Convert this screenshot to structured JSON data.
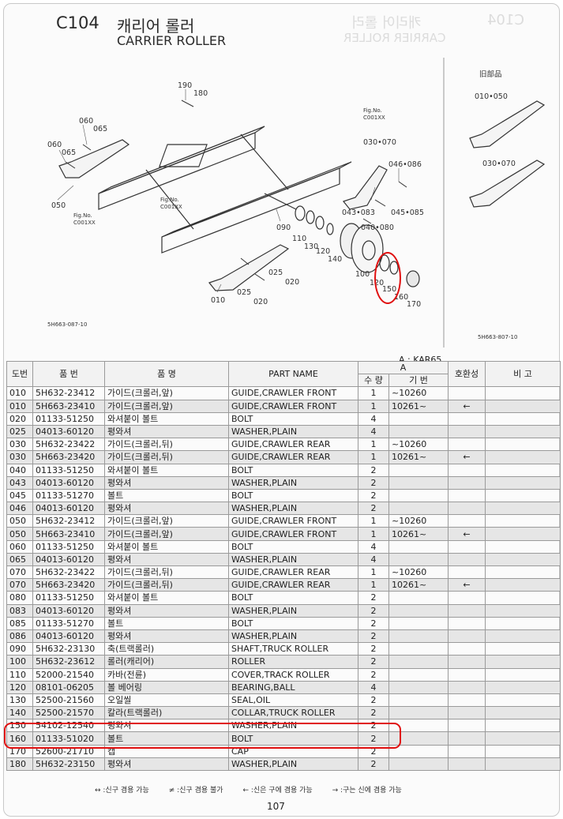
{
  "header": {
    "code": "C104",
    "title_ko": "캐리어 롤러",
    "title_en": "CARRIER ROLLER",
    "ghost_code": "C104",
    "ghost_ko": "캐리어 롤러",
    "ghost_en": "CARRIER ROLLER"
  },
  "diagram": {
    "old_parts_label": "旧部品",
    "labels": {
      "l190": "190",
      "l180": "180",
      "l060a": "060",
      "l065a": "065",
      "l060b": "060",
      "l065b": "065",
      "l050": "050",
      "l010": "010",
      "l025a": "025",
      "l020a": "020",
      "l025b": "025",
      "l020b": "020",
      "l090": "090",
      "l110": "110",
      "l130": "130",
      "l120": "120",
      "l140": "140",
      "l100": "100",
      "l150a": "120",
      "l150": "150",
      "l160": "160",
      "l170": "170",
      "l030": "030•070",
      "l046": "046•086",
      "l045": "045•085",
      "l043": "043•083",
      "l040": "040•080",
      "old1": "010•050",
      "old2": "030•070",
      "fig1": "Fig.No.",
      "fig1b": "C001XX",
      "fig2": "Fig.No.",
      "fig2b": "C001XX",
      "fig3": "Fig.No.",
      "fig3b": "C001XX",
      "code_left": "5H663-087-10",
      "code_right": "5H663-807-10"
    }
  },
  "model_line": "A  :  KAR65",
  "table": {
    "headers": {
      "ref": "도번",
      "part_no": "품  번",
      "name_ko": "품        명",
      "name_en": "PART NAME",
      "group_a": "A",
      "qty": "수 량",
      "serial": "기 번",
      "interchange": "호환성",
      "remarks": "비    고"
    },
    "rows": [
      {
        "ref": "010",
        "pn": "5H632-23412",
        "ko": "가이드(크롤러,앞)",
        "en": "GUIDE,CRAWLER FRONT",
        "qty": "1",
        "ser": "~10260",
        "int": ""
      },
      {
        "ref": "010",
        "pn": "5H663-23410",
        "ko": "가이드(크롤러,앞)",
        "en": "GUIDE,CRAWLER FRONT",
        "qty": "1",
        "ser": "10261~",
        "int": "←"
      },
      {
        "ref": "020",
        "pn": "01133-51250",
        "ko": "와셔붙이 볼트",
        "en": "BOLT",
        "qty": "4",
        "ser": "",
        "int": ""
      },
      {
        "ref": "025",
        "pn": "04013-60120",
        "ko": "평와셔",
        "en": "WASHER,PLAIN",
        "qty": "4",
        "ser": "",
        "int": ""
      },
      {
        "ref": "030",
        "pn": "5H632-23422",
        "ko": "가이드(크롤러,뒤)",
        "en": "GUIDE,CRAWLER REAR",
        "qty": "1",
        "ser": "~10260",
        "int": ""
      },
      {
        "ref": "030",
        "pn": "5H663-23420",
        "ko": "가이드(크롤러,뒤)",
        "en": "GUIDE,CRAWLER REAR",
        "qty": "1",
        "ser": "10261~",
        "int": "←"
      },
      {
        "ref": "040",
        "pn": "01133-51250",
        "ko": "와셔붙이 볼트",
        "en": "BOLT",
        "qty": "2",
        "ser": "",
        "int": ""
      },
      {
        "ref": "043",
        "pn": "04013-60120",
        "ko": "평와셔",
        "en": "WASHER,PLAIN",
        "qty": "2",
        "ser": "",
        "int": ""
      },
      {
        "ref": "045",
        "pn": "01133-51270",
        "ko": "볼트",
        "en": "BOLT",
        "qty": "2",
        "ser": "",
        "int": ""
      },
      {
        "ref": "046",
        "pn": "04013-60120",
        "ko": "평와셔",
        "en": "WASHER,PLAIN",
        "qty": "2",
        "ser": "",
        "int": ""
      },
      {
        "ref": "050",
        "pn": "5H632-23412",
        "ko": "가이드(크롤러,앞)",
        "en": "GUIDE,CRAWLER FRONT",
        "qty": "1",
        "ser": "~10260",
        "int": ""
      },
      {
        "ref": "050",
        "pn": "5H663-23410",
        "ko": "가이드(크롤러,앞)",
        "en": "GUIDE,CRAWLER FRONT",
        "qty": "1",
        "ser": "10261~",
        "int": "←"
      },
      {
        "ref": "060",
        "pn": "01133-51250",
        "ko": "와셔붙이 볼트",
        "en": "BOLT",
        "qty": "4",
        "ser": "",
        "int": ""
      },
      {
        "ref": "065",
        "pn": "04013-60120",
        "ko": "평와셔",
        "en": "WASHER,PLAIN",
        "qty": "4",
        "ser": "",
        "int": ""
      },
      {
        "ref": "070",
        "pn": "5H632-23422",
        "ko": "가이드(크롤러,뒤)",
        "en": "GUIDE,CRAWLER REAR",
        "qty": "1",
        "ser": "~10260",
        "int": ""
      },
      {
        "ref": "070",
        "pn": "5H663-23420",
        "ko": "가이드(크롤러,뒤)",
        "en": "GUIDE,CRAWLER REAR",
        "qty": "1",
        "ser": "10261~",
        "int": "←"
      },
      {
        "ref": "080",
        "pn": "01133-51250",
        "ko": "와셔붙이 볼트",
        "en": "BOLT",
        "qty": "2",
        "ser": "",
        "int": ""
      },
      {
        "ref": "083",
        "pn": "04013-60120",
        "ko": "평와셔",
        "en": "WASHER,PLAIN",
        "qty": "2",
        "ser": "",
        "int": ""
      },
      {
        "ref": "085",
        "pn": "01133-51270",
        "ko": "볼트",
        "en": "BOLT",
        "qty": "2",
        "ser": "",
        "int": ""
      },
      {
        "ref": "086",
        "pn": "04013-60120",
        "ko": "평와셔",
        "en": "WASHER,PLAIN",
        "qty": "2",
        "ser": "",
        "int": ""
      },
      {
        "ref": "090",
        "pn": "5H632-23130",
        "ko": "축(트랙롤러)",
        "en": "SHAFT,TRUCK ROLLER",
        "qty": "2",
        "ser": "",
        "int": ""
      },
      {
        "ref": "100",
        "pn": "5H632-23612",
        "ko": "롤러(캐리어)",
        "en": "ROLLER",
        "qty": "2",
        "ser": "",
        "int": ""
      },
      {
        "ref": "110",
        "pn": "52000-21540",
        "ko": "카바(전륜)",
        "en": "COVER,TRACK ROLLER",
        "qty": "2",
        "ser": "",
        "int": ""
      },
      {
        "ref": "120",
        "pn": "08101-06205",
        "ko": "볼 베어링",
        "en": "BEARING,BALL",
        "qty": "4",
        "ser": "",
        "int": ""
      },
      {
        "ref": "130",
        "pn": "52500-21560",
        "ko": "오일씰",
        "en": "SEAL,OIL",
        "qty": "2",
        "ser": "",
        "int": ""
      },
      {
        "ref": "140",
        "pn": "52500-21570",
        "ko": "칼라(트랙롤러)",
        "en": "COLLAR,TRUCK ROLLER",
        "qty": "2",
        "ser": "",
        "int": ""
      },
      {
        "ref": "150",
        "pn": "54102-12540",
        "ko": "평와셔",
        "en": "WASHER,PLAIN",
        "qty": "2",
        "ser": "",
        "int": ""
      },
      {
        "ref": "160",
        "pn": "01133-51020",
        "ko": "볼트",
        "en": "BOLT",
        "qty": "2",
        "ser": "",
        "int": ""
      },
      {
        "ref": "170",
        "pn": "52600-21710",
        "ko": "캡",
        "en": "CAP",
        "qty": "2",
        "ser": "",
        "int": ""
      },
      {
        "ref": "180",
        "pn": "5H632-23150",
        "ko": "평와셔",
        "en": "WASHER,PLAIN",
        "qty": "2",
        "ser": "",
        "int": ""
      }
    ]
  },
  "legend": {
    "item1": "↔ :신구 겸용 가능",
    "item2": "≠ :신구 겸용 불가",
    "item3": "← :신은 구에 겸용 가능",
    "item4": "→ :구는 신에 겸용 가능"
  },
  "page_number": "107",
  "colors": {
    "highlight": "#e01010",
    "row_shade": "#e6e6e6"
  }
}
